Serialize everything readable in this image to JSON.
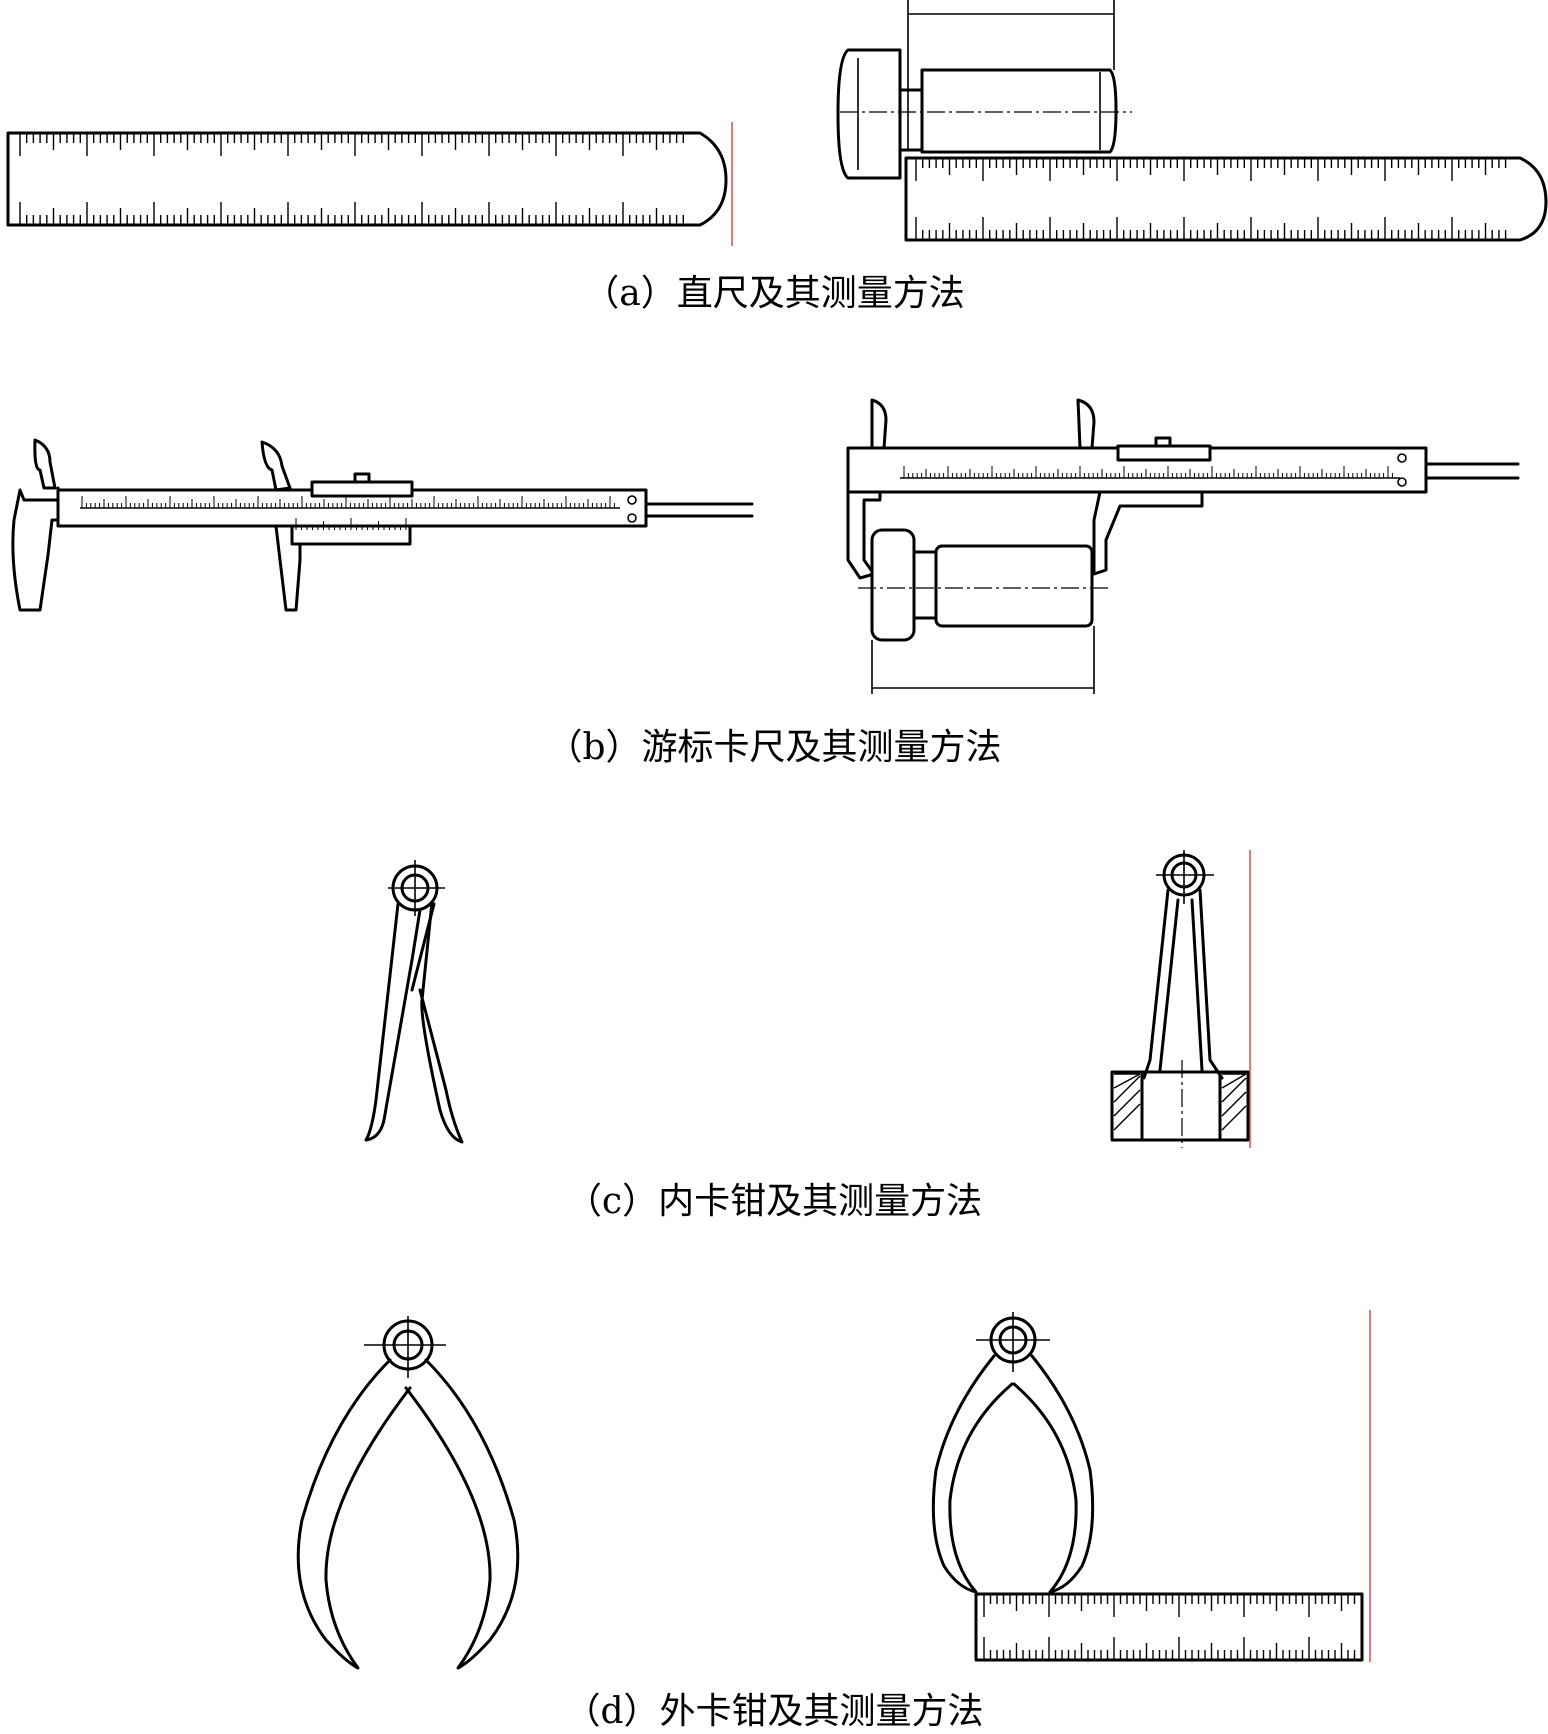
{
  "figures": [
    {
      "id": "a",
      "caption": "（a）直尺及其测量方法"
    },
    {
      "id": "b",
      "caption": "（b）游标卡尺及其测量方法"
    },
    {
      "id": "c",
      "caption": "（c）内卡钳及其测量方法"
    },
    {
      "id": "d",
      "caption": "（d）外卡钳及其测量方法"
    }
  ],
  "colors": {
    "ink": "#000000",
    "guide": "#d94040",
    "background": "#ffffff"
  }
}
